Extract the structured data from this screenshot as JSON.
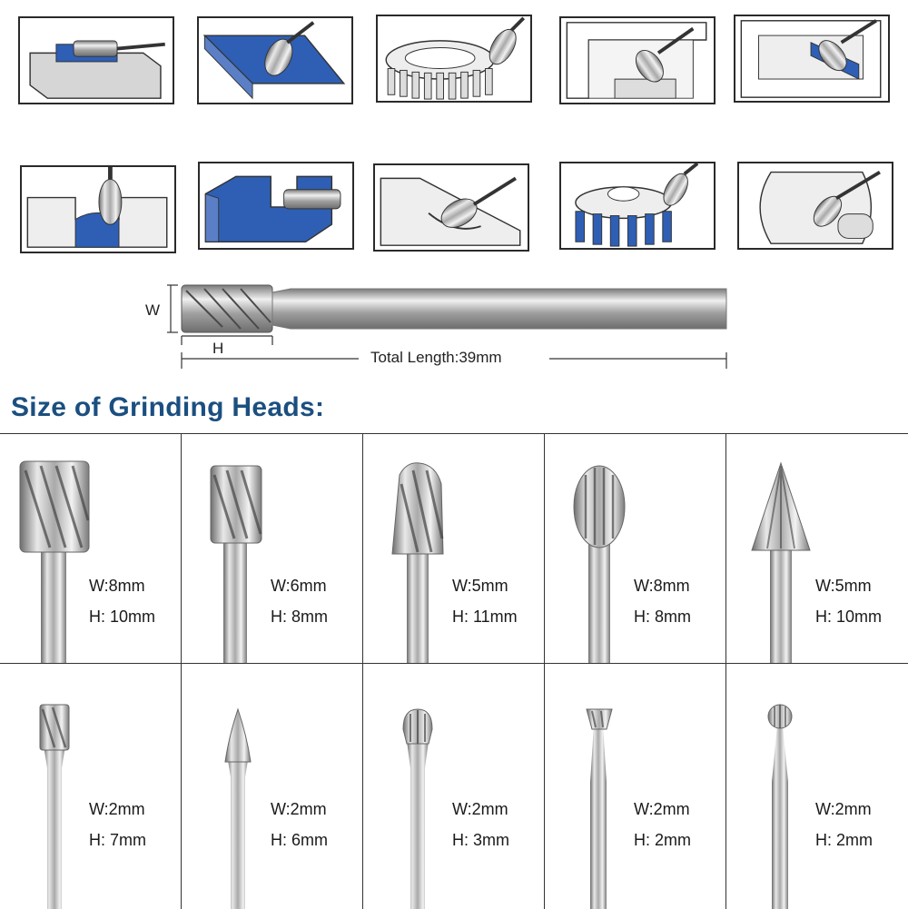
{
  "applications": {
    "icons": [
      "flat-surface-grinding-icon",
      "angled-plate-deburring-icon",
      "gear-tooth-grinding-icon",
      "inner-corner-milling-icon",
      "slot-edge-chamfering-icon",
      "groove-weld-grinding-icon",
      "step-groove-cutting-icon",
      "corner-fillet-grinding-icon",
      "gear-face-grinding-icon",
      "rounded-edge-finishing-icon"
    ]
  },
  "dimension": {
    "w_label": "W",
    "h_label": "H",
    "total_length": "Total Length:39mm"
  },
  "section_title": "Size of Grinding Heads:",
  "heads": [
    {
      "shape": "cylinder-large",
      "w": "W:8mm",
      "h": "H: 10mm"
    },
    {
      "shape": "cylinder-medium",
      "w": "W:6mm",
      "h": "H: 8mm"
    },
    {
      "shape": "tapered-cylinder",
      "w": "W:5mm",
      "h": "H: 11mm"
    },
    {
      "shape": "oval",
      "w": "W:8mm",
      "h": "H: 8mm"
    },
    {
      "shape": "cone",
      "w": "W:5mm",
      "h": "H: 10mm"
    },
    {
      "shape": "small-cylinder",
      "w": "W:2mm",
      "h": "H: 7mm"
    },
    {
      "shape": "pointed-cone",
      "w": "W:2mm",
      "h": "H: 6mm"
    },
    {
      "shape": "flame",
      "w": "W:2mm",
      "h": "H: 3mm"
    },
    {
      "shape": "inverted-cone",
      "w": "W:2mm",
      "h": "H: 2mm"
    },
    {
      "shape": "ball",
      "w": "W:2mm",
      "h": "H: 2mm"
    }
  ],
  "colors": {
    "heading": "#1b4f80",
    "workpiece_blue": "#2e5fb5",
    "grid_line": "#333333"
  }
}
